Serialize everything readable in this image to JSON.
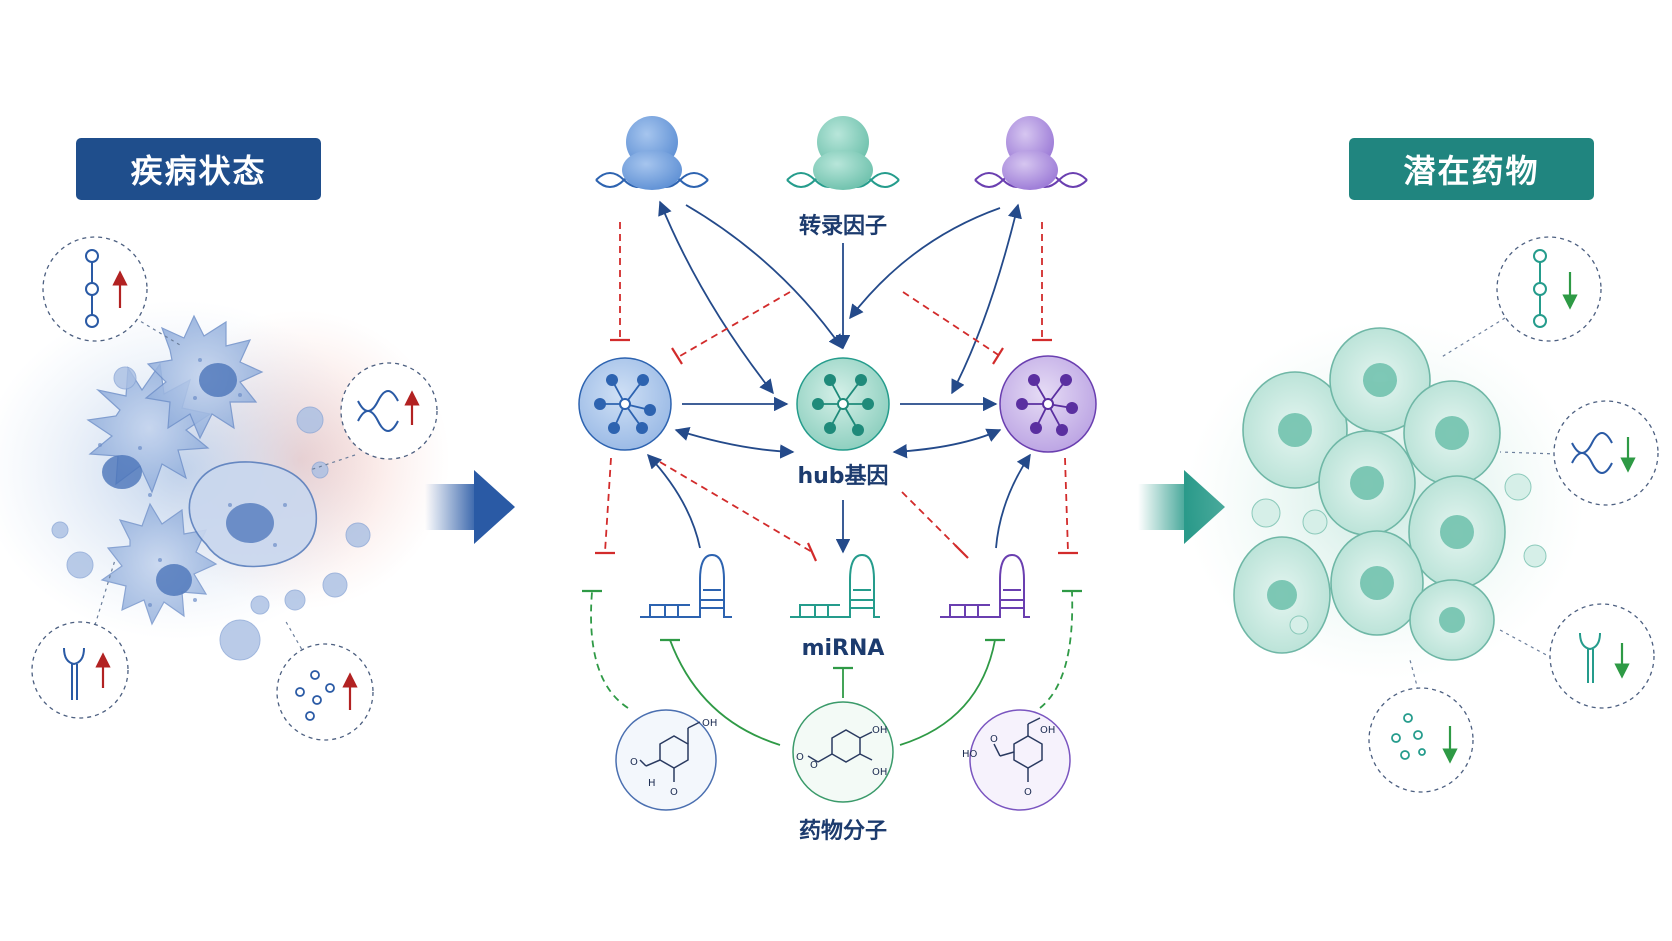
{
  "left_panel": {
    "title": "疾病状态"
  },
  "right_panel": {
    "title": "潜在药物"
  },
  "network": {
    "tf_label": "转录因子",
    "hub_label": "hub基因",
    "mirna_label": "miRNA",
    "drug_label": "药物分子"
  },
  "molecules": {
    "left": [
      "OH",
      "O",
      "H",
      "O"
    ],
    "center": [
      "OH",
      "OH",
      "O",
      "O"
    ],
    "right": [
      "OH",
      "HO",
      "O",
      "O"
    ]
  },
  "colors": {
    "blue": "#2d63b0",
    "teal": "#259c8c",
    "purple": "#6a3fb0",
    "navy": "#1f4e8c",
    "activation_arrow": "#244a8a",
    "inhibition_red": "#d22b2b",
    "inhibition_green": "#2f9a46",
    "up_arrow": "#b22222",
    "down_arrow": "#2e9a45"
  }
}
